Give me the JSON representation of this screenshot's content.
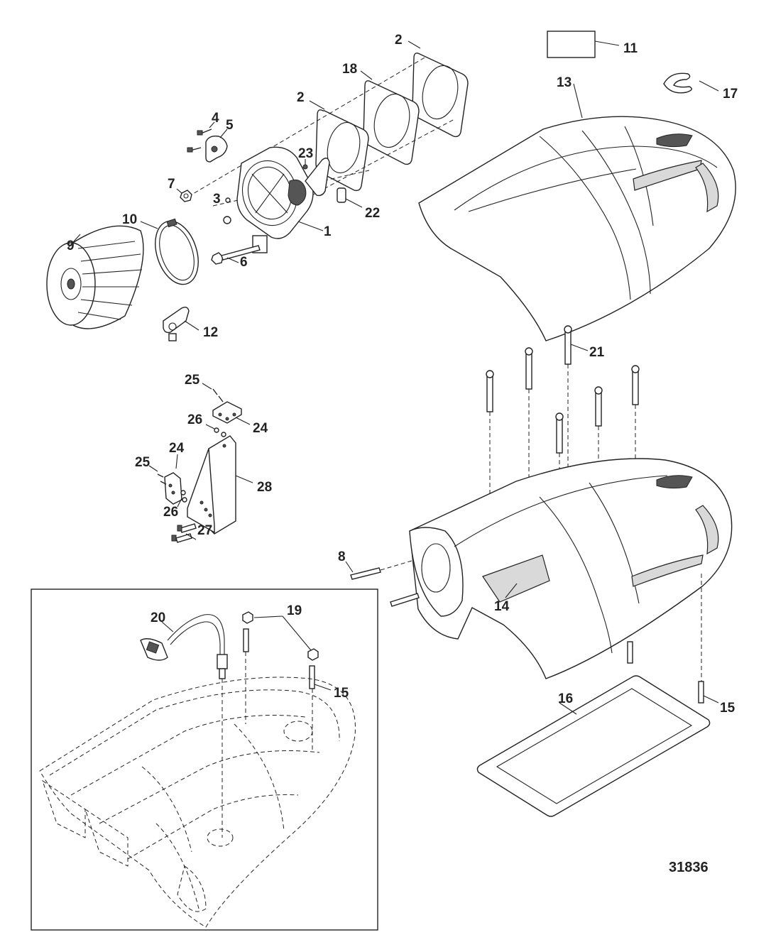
{
  "diagram": {
    "figure_id": "31836",
    "callouts": [
      {
        "id": "c11",
        "text": "11"
      },
      {
        "id": "c2a",
        "text": "2"
      },
      {
        "id": "c18",
        "text": "18"
      },
      {
        "id": "c2b",
        "text": "2"
      },
      {
        "id": "c4",
        "text": "4"
      },
      {
        "id": "c5",
        "text": "5"
      },
      {
        "id": "c23",
        "text": "23"
      },
      {
        "id": "c7",
        "text": "7"
      },
      {
        "id": "c3",
        "text": "3"
      },
      {
        "id": "c22",
        "text": "22"
      },
      {
        "id": "c10",
        "text": "10"
      },
      {
        "id": "c1",
        "text": "1"
      },
      {
        "id": "c9",
        "text": "9"
      },
      {
        "id": "c6",
        "text": "6"
      },
      {
        "id": "c12",
        "text": "12"
      },
      {
        "id": "c13",
        "text": "13"
      },
      {
        "id": "c17",
        "text": "17"
      },
      {
        "id": "c21",
        "text": "21"
      },
      {
        "id": "c25a",
        "text": "25"
      },
      {
        "id": "c26a",
        "text": "26"
      },
      {
        "id": "c24a",
        "text": "24"
      },
      {
        "id": "c24b",
        "text": "24"
      },
      {
        "id": "c25b",
        "text": "25"
      },
      {
        "id": "c28",
        "text": "28"
      },
      {
        "id": "c26b",
        "text": "26"
      },
      {
        "id": "c27",
        "text": "27"
      },
      {
        "id": "c8",
        "text": "8"
      },
      {
        "id": "c14",
        "text": "14"
      },
      {
        "id": "c20",
        "text": "20"
      },
      {
        "id": "c19",
        "text": "19"
      },
      {
        "id": "c15a",
        "text": "15"
      },
      {
        "id": "c16",
        "text": "16"
      },
      {
        "id": "c15b",
        "text": "15"
      }
    ]
  }
}
